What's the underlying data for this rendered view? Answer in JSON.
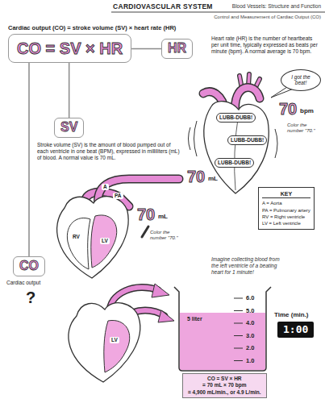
{
  "diagram": {
    "title": "CARDIOVASCULAR SYSTEM",
    "nodes": [
      {
        "text": [
          "CO = SV × HR"
        ]
      },
      {
        "text": [
          "HR"
        ]
      },
      {
        "text": [
          "I got the beat!"
        ]
      },
      {
        "text": [
          "LUBB-DUBB!"
        ]
      },
      {
        "text": [
          "LUBB-DUBB!"
        ]
      },
      {
        "text": [
          "LUBB-DUBB!"
        ]
      },
      {
        "text": [
          "SV"
        ]
      },
      {
        "text": [
          "KEY",
          "A = Aorta",
          "PA = Pulmonary artery",
          "RV = Right ventricle",
          "LV = Left ventricle"
        ]
      },
      {
        "text": [
          "CO"
        ]
      },
      {
        "text": [
          "1:00"
        ]
      },
      {
        "text": [
          "CO = SV × HR",
          "= 70 mL × 70 bpm",
          "= 4,900 mL/min., or 4.9 L/min."
        ]
      }
    ],
    "edges": [
      {
        "from": 0,
        "to": 1,
        "arrow": "none"
      },
      {
        "from": 0,
        "to": 6,
        "arrow": "none"
      },
      {
        "from": 0,
        "to": 8,
        "arrow": "none"
      }
    ],
    "labels": [
      "Blood Vessels: Structure and Function",
      "Control and Measurement of Cardiac Output (CO)",
      "Cardiac output (CO) = stroke volume (SV) × heart rate (HR)",
      "Heart rate (HR) is the number of heartbeats per unit time, typically expressed as beats per minute (bpm). A normal average is 70 bpm.",
      "70",
      "bpm",
      "Color the number \"70.\"",
      "Stroke volume (SV) is the amount of blood pumped out of each ventricle in one beat (BPM), expressed in milliliters (mL) of blood. A normal value is 70 mL.",
      "70",
      "mL",
      "70",
      "mL",
      "Color the number \"70.\"",
      "A",
      "PA",
      "RV",
      "LV",
      "Cardiac output",
      "?",
      "LV",
      "Imagine collecting blood from the left ventricle of a beating heart for 1 minute!",
      "6.0",
      "5.0",
      "4.0",
      "3.0",
      "2.0",
      "1.0",
      "5 liter",
      "Time (min.)"
    ]
  }
}
